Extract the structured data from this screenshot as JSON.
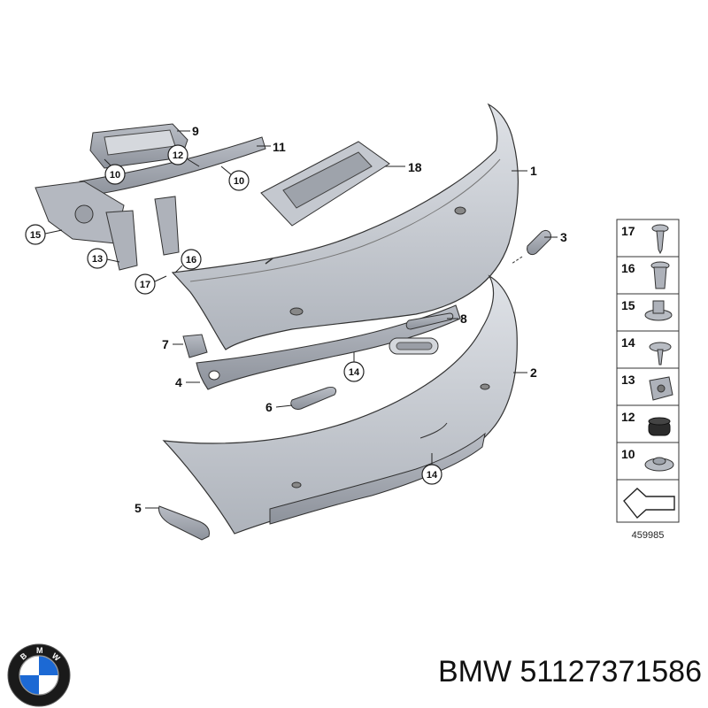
{
  "callouts": {
    "c1": "1",
    "c2": "2",
    "c3": "3",
    "c4": "4",
    "c5": "5",
    "c6": "6",
    "c7": "7",
    "c8": "8",
    "c9": "9",
    "c11": "11",
    "c18": "18"
  },
  "circled": {
    "a10": "10",
    "b10": "10",
    "c12": "12",
    "d15": "15",
    "e13": "13",
    "f16": "16",
    "g17": "17",
    "h14": "14",
    "i14": "14"
  },
  "legend": {
    "items": [
      "17",
      "16",
      "15",
      "14",
      "13",
      "12",
      "10"
    ],
    "reference_number": "459985"
  },
  "footer": {
    "brand": "BMW",
    "part_number": "51127371586",
    "text": "BMW 51127371586",
    "logo_letters": "BMW"
  },
  "colors": {
    "part_fill": "#c8ccd3",
    "part_shade": "#a9aeb7",
    "line": "#222222",
    "bmw_blue": "#1c69d4"
  }
}
